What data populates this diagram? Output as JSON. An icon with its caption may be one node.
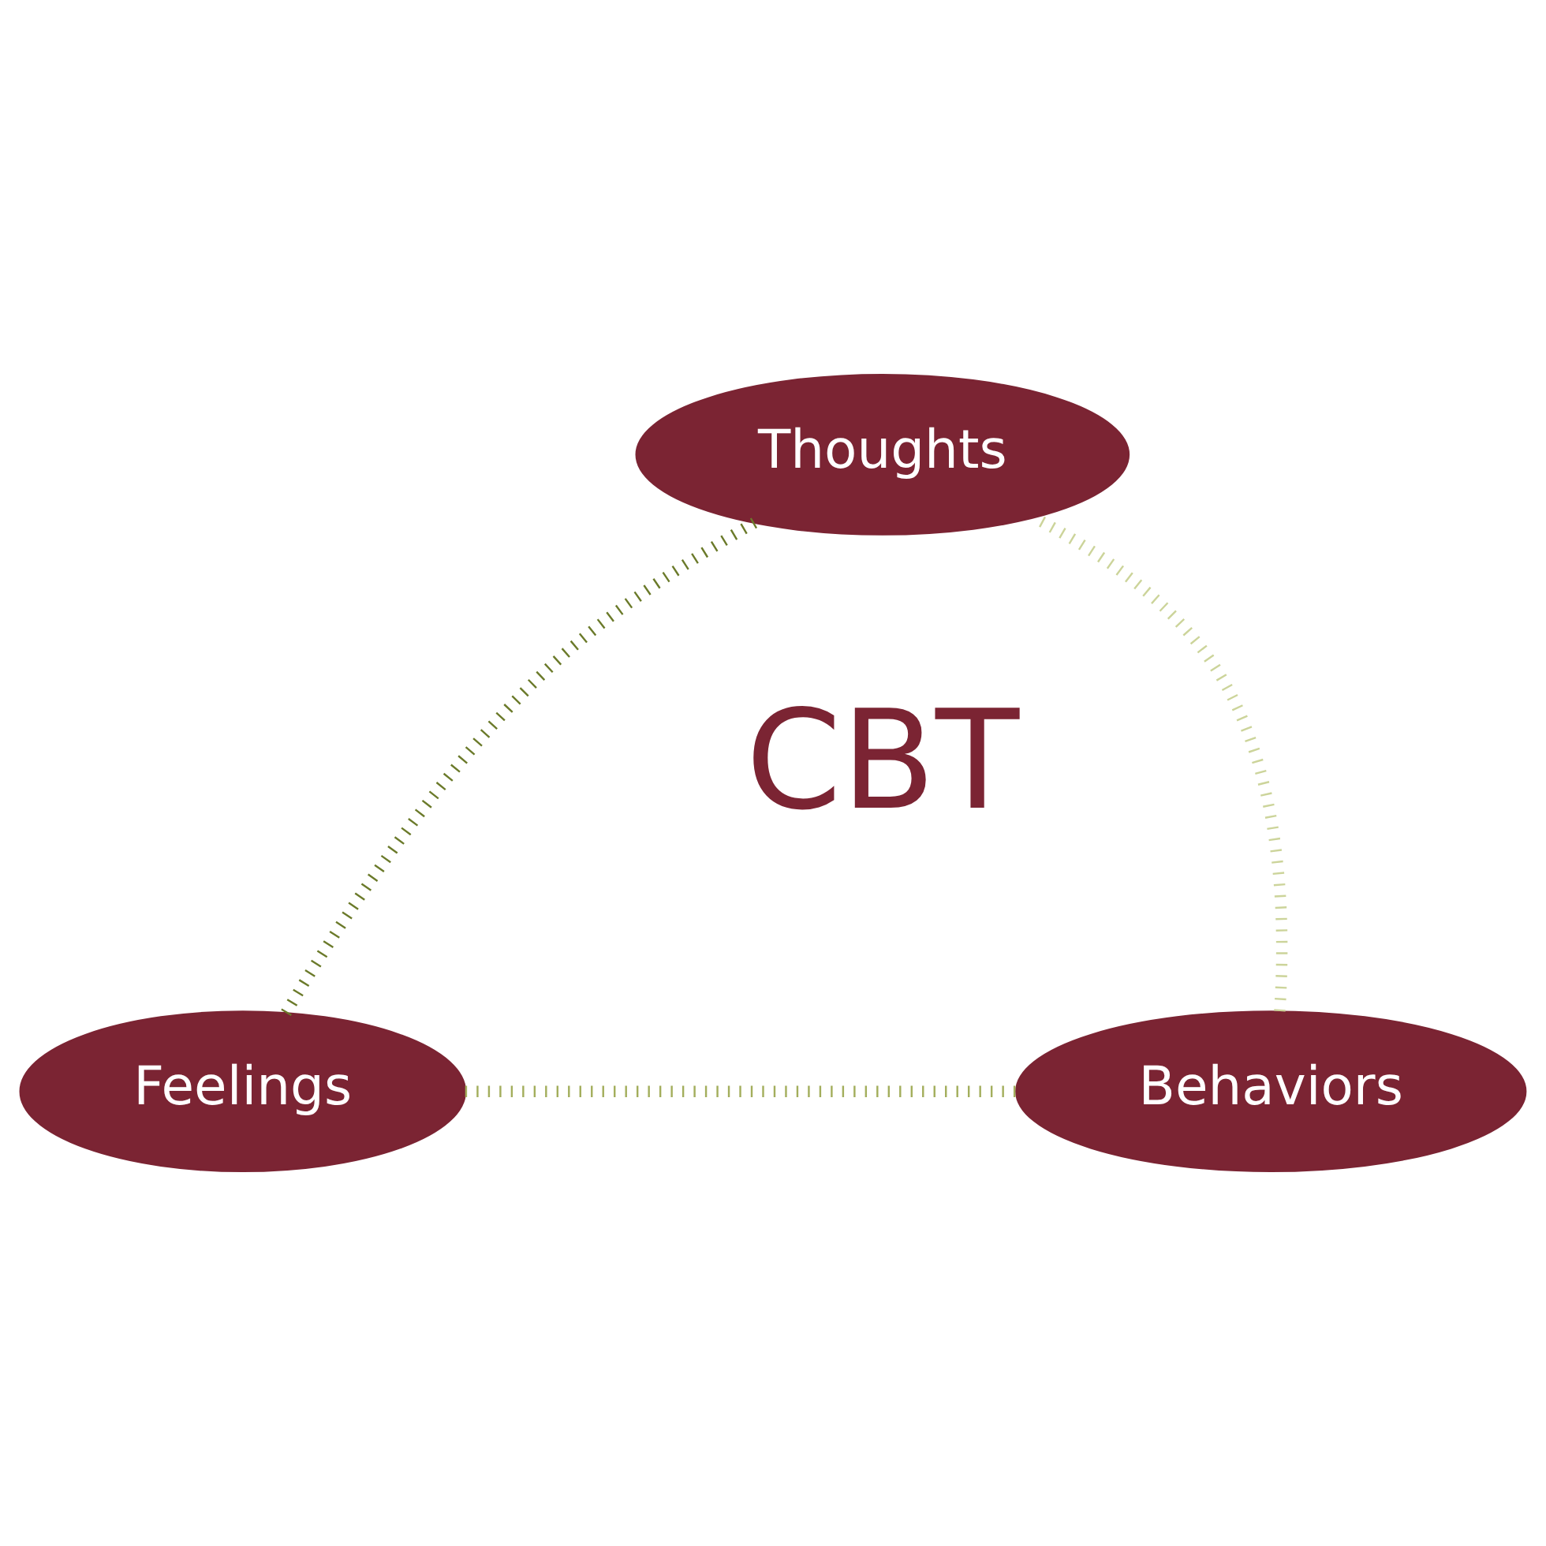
{
  "diagram": {
    "nodes": [
      {
        "text": [
          "Thoughts"
        ]
      },
      {
        "text": [
          "Behaviors"
        ]
      },
      {
        "text": [
          "Feelings"
        ]
      }
    ],
    "edges": [
      {
        "from": 0,
        "to": 2,
        "arrow": "none",
        "style": "dashed",
        "color": "#6b7a2a"
      },
      {
        "from": 2,
        "to": 1,
        "arrow": "none",
        "style": "dashed",
        "color": "#a3ae5c"
      },
      {
        "from": 1,
        "to": 0,
        "arrow": "none",
        "style": "dashed",
        "color": "#ccd49a"
      }
    ],
    "labels": [
      "CBT"
    ]
  }
}
